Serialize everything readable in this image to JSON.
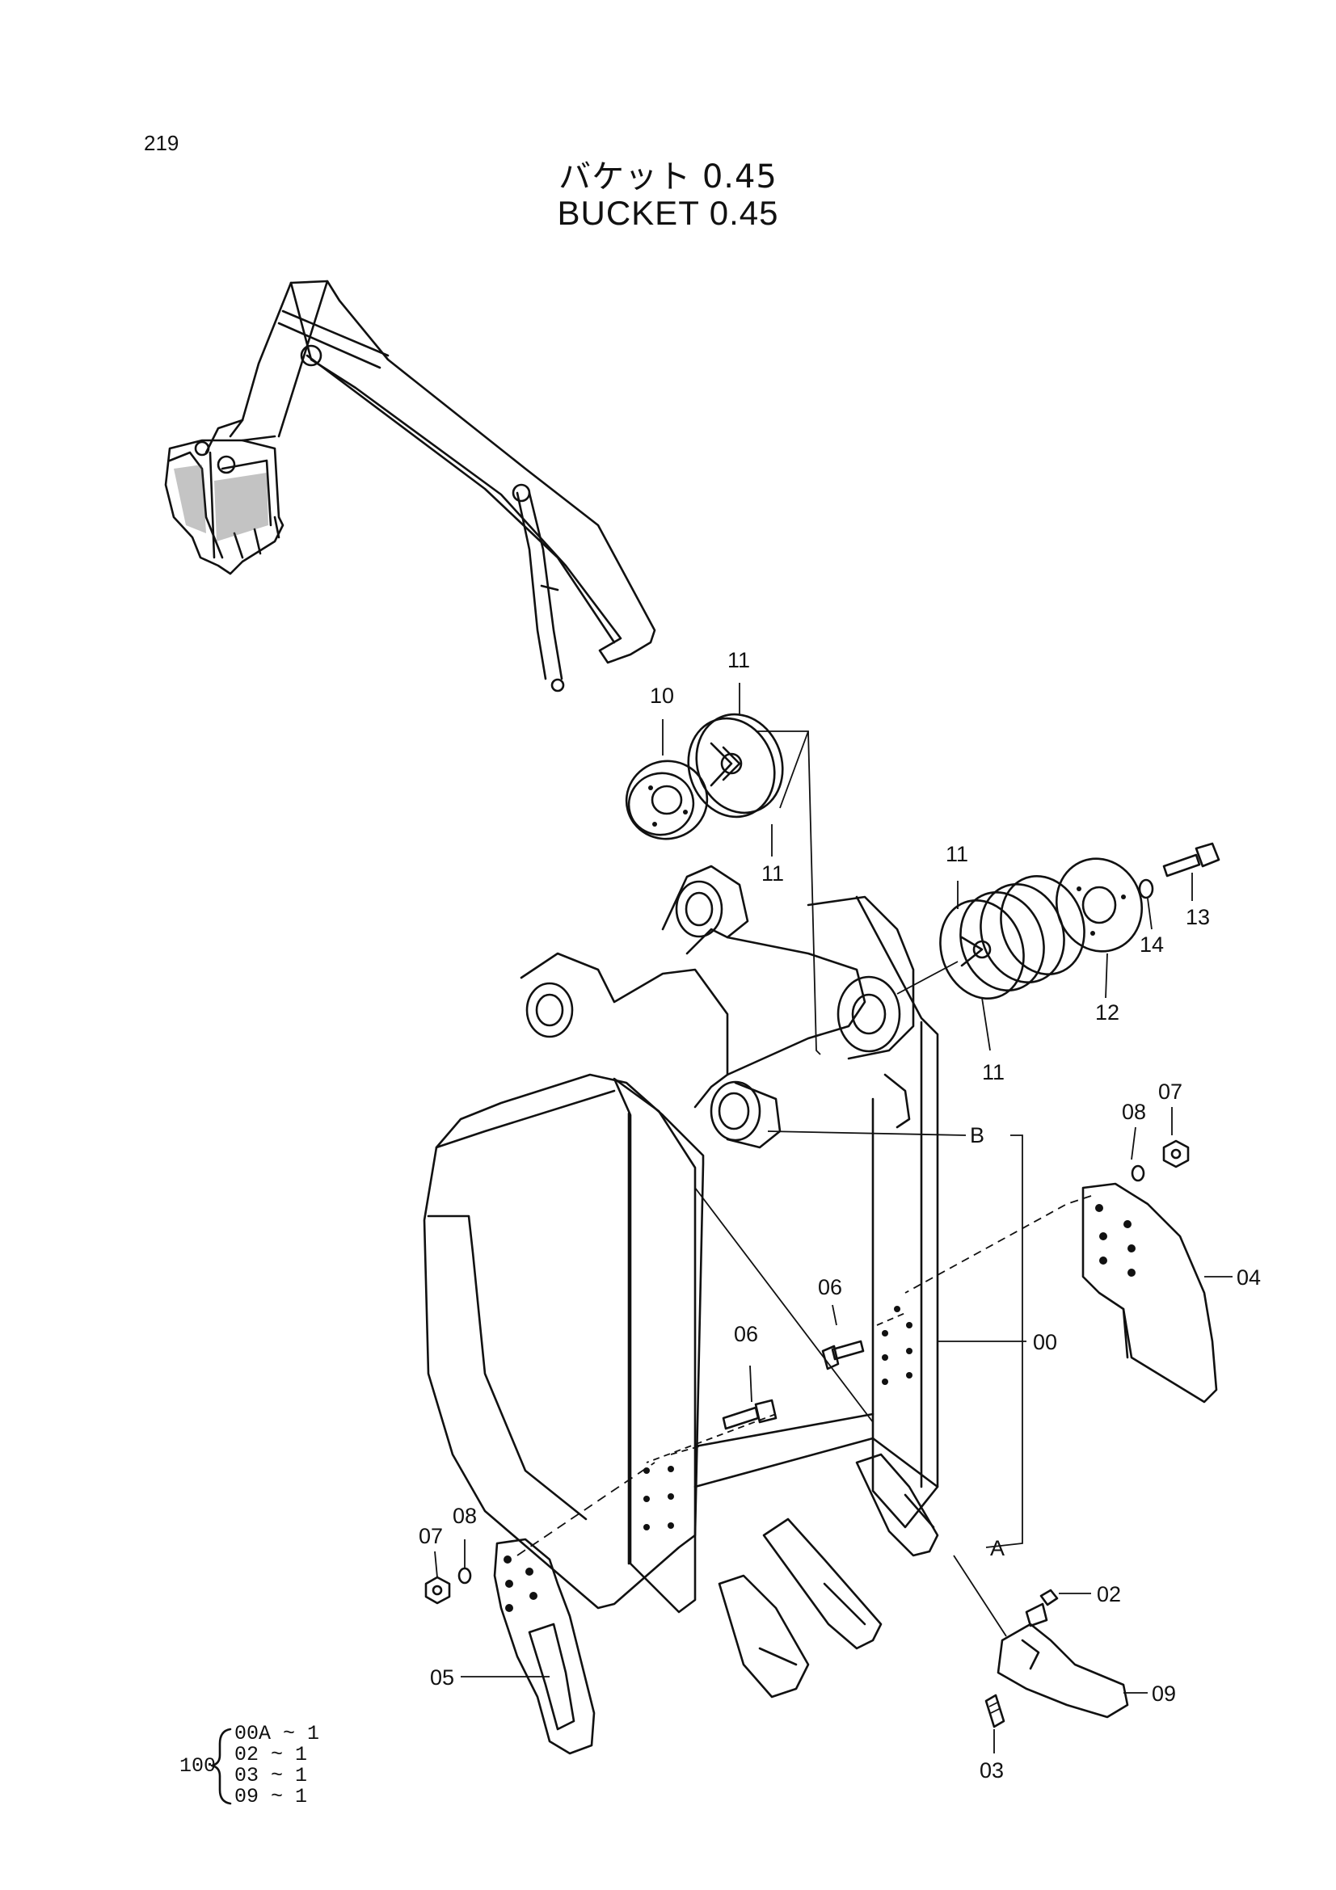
{
  "page_number": "219",
  "title_jp": "バケット 0.45",
  "title_en": "BUCKET 0.45",
  "callouts": [
    {
      "id": "10",
      "text": "10"
    },
    {
      "id": "11a",
      "text": "11"
    },
    {
      "id": "11b",
      "text": "11"
    },
    {
      "id": "11c",
      "text": "11"
    },
    {
      "id": "11d",
      "text": "11"
    },
    {
      "id": "12",
      "text": "12"
    },
    {
      "id": "13",
      "text": "13"
    },
    {
      "id": "14",
      "text": "14"
    },
    {
      "id": "07a",
      "text": "07"
    },
    {
      "id": "08a",
      "text": "08"
    },
    {
      "id": "B",
      "text": "B"
    },
    {
      "id": "04",
      "text": "04"
    },
    {
      "id": "06a",
      "text": "06"
    },
    {
      "id": "00",
      "text": "00"
    },
    {
      "id": "06b",
      "text": "06"
    },
    {
      "id": "08b",
      "text": "08"
    },
    {
      "id": "07b",
      "text": "07"
    },
    {
      "id": "A",
      "text": "A"
    },
    {
      "id": "02",
      "text": "02"
    },
    {
      "id": "05",
      "text": "05"
    },
    {
      "id": "09",
      "text": "09"
    },
    {
      "id": "03",
      "text": "03"
    }
  ],
  "kit": {
    "number": "100",
    "items": [
      "00A ~ 1",
      "02  ~ 1",
      "03  ~ 1",
      "09  ~ 1"
    ]
  }
}
